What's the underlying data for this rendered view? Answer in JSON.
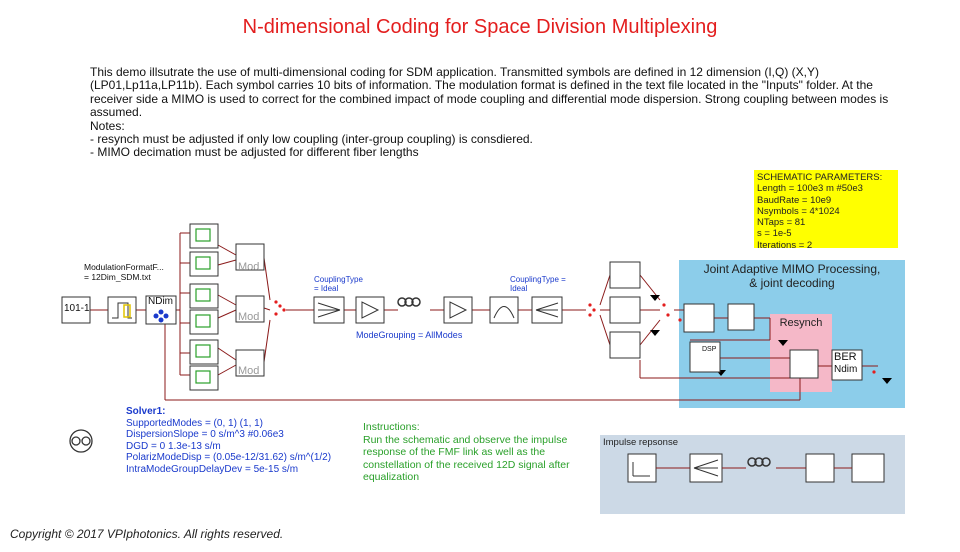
{
  "title": "N-dimensional Coding for Space Division Multiplexing",
  "description": {
    "paragraph": "This demo illsutrate the use of multi-dimensional coding for SDM application. Transmitted symbols are defined in 12 dimension (I,Q) (X,Y) (LP01,Lp11a,LP11b). Each symbol carries 10 bits of information. The modulation format is defined in the text file located in the \"Inputs\" folder. At the receiver side a MIMO is used to correct for the combined impact of  mode coupling and differential mode dispersion. Strong coupling between modes is assumed.",
    "notes_label": "Notes:",
    "notes": [
      " - resynch must be adjusted if only low coupling (inter-group coupling) is consdiered.",
      " - MIMO decimation must be adjusted for different fiber lengths"
    ]
  },
  "schematic_parameters": {
    "header": "SCHEMATIC PARAMETERS:",
    "lines": [
      "Length = 100e3 m #50e3",
      "BaudRate = 10e9",
      "Nsymbols = 4*1024",
      "NTaps = 81",
      "s = 1e-5",
      "Iterations = 2"
    ]
  },
  "modulation": {
    "line1": "ModulationFormatF...",
    "line2": "= 12Dim_SDM.txt"
  },
  "blocks": {
    "source": "101-1",
    "ndim": "NDim",
    "mod": "Mod",
    "dsp": "DSP",
    "ber_line1": "BER",
    "ber_line2": "Ndim"
  },
  "coupling1": {
    "line1": "CouplingType",
    "line2": "= Ideal"
  },
  "coupling2": {
    "line1": "CouplingType =",
    "line2": "Ideal"
  },
  "mode_grouping": "ModeGrouping = AllModes",
  "mimo_panel": {
    "line1": "Joint Adaptive MIMO Processing,",
    "line2": "& joint decoding"
  },
  "resynch": "Resynch",
  "solver": {
    "header": "Solver1:",
    "lines": [
      "SupportedModes = (0, 1) (1, 1)",
      "DispersionSlope = 0 s/m^3 #0.06e3",
      "DGD = 0 1.3e-13 s/m",
      "PolarizModeDisp = (0.05e-12/31.62) s/m^(1/2)",
      "IntraModeGroupDelayDev = 5e-15 s/m"
    ]
  },
  "instructions": {
    "header": "Instructions:",
    "body": "Run the schematic and observe the impulse response of the FMF link as well as the constellation of the received 12D signal after equalization"
  },
  "impulse_panel": "Impulse repsonse",
  "copyright": "Copyright © 2017 VPIphotonics. All rights reserved.",
  "colors": {
    "title": "#e31e1e",
    "params_bg": "#ffff00",
    "mimo_bg": "#8ccdea",
    "resynch_bg": "#f5b8c8",
    "impulse_bg": "#ccd9e6",
    "solver_text": "#1a3acc",
    "instructions_text": "#2aa02a",
    "wire": "#8b1a1a"
  }
}
